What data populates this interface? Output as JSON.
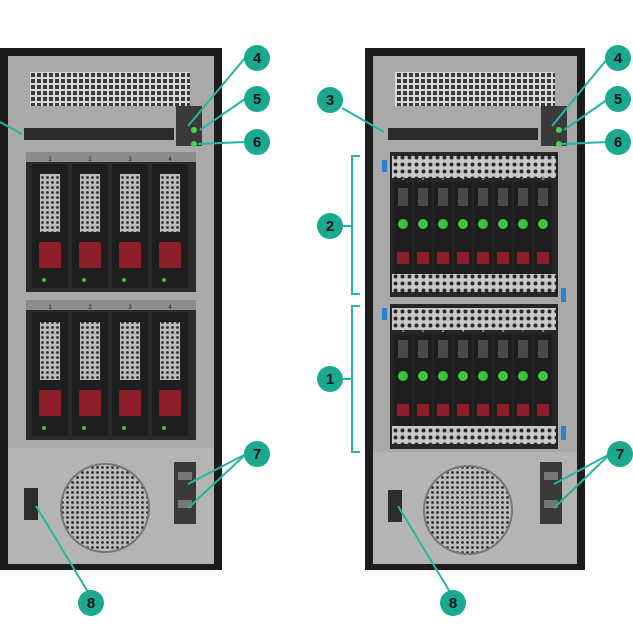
{
  "diagram": {
    "callouts": [
      {
        "id": "4",
        "label": "4"
      },
      {
        "id": "5",
        "label": "5"
      },
      {
        "id": "6",
        "label": "6"
      },
      {
        "id": "7",
        "label": "7"
      },
      {
        "id": "8",
        "label": "8"
      },
      {
        "id": "4b",
        "label": "4"
      },
      {
        "id": "5b",
        "label": "5"
      },
      {
        "id": "6b",
        "label": "6"
      },
      {
        "id": "3",
        "label": "3"
      },
      {
        "id": "2",
        "label": "2"
      },
      {
        "id": "1",
        "label": "1"
      },
      {
        "id": "7b",
        "label": "7"
      },
      {
        "id": "8b",
        "label": "8"
      }
    ],
    "bay_numbers_lff": [
      "1",
      "2",
      "3",
      "4"
    ],
    "bay_numbers_sff": [
      "1",
      "2",
      "3",
      "4",
      "5",
      "6",
      "7",
      "8"
    ],
    "colors": {
      "callout": "#1aa98f",
      "callout_line": "#27b3a5",
      "chassis_dark": "#1b1b1b",
      "chassis_metal": "#a9aaa8",
      "drive_tray": "#1e1e1e",
      "drive_red": "#8f1d2a",
      "drive_green": "#3cc43c"
    }
  }
}
